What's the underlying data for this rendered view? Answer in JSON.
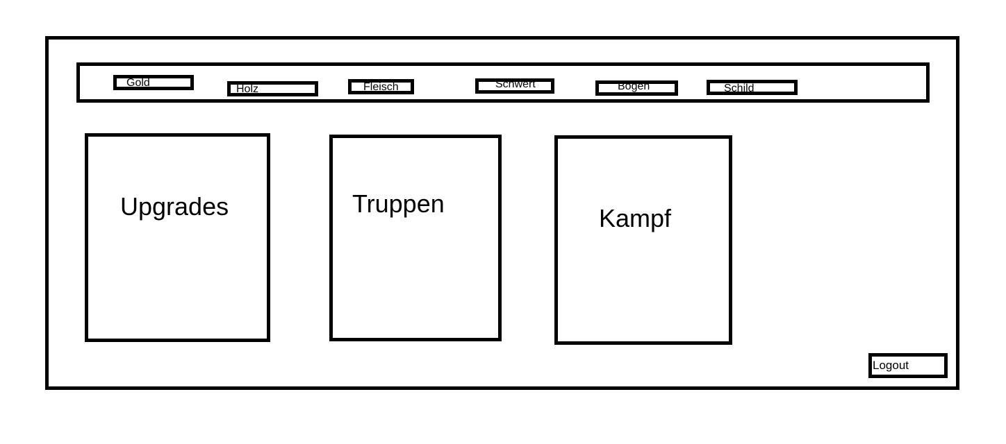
{
  "resources": {
    "gold": "Gold",
    "holz": "Holz",
    "fleisch": "Fleisch",
    "schwert": "Schwert",
    "bogen": "Bogen",
    "schild": "Schild"
  },
  "panels": {
    "upgrades": "Upgrades",
    "truppen": "Truppen",
    "kampf": "Kampf"
  },
  "logout_label": "Logout",
  "colors": {
    "border": "#000000",
    "background": "#ffffff"
  }
}
